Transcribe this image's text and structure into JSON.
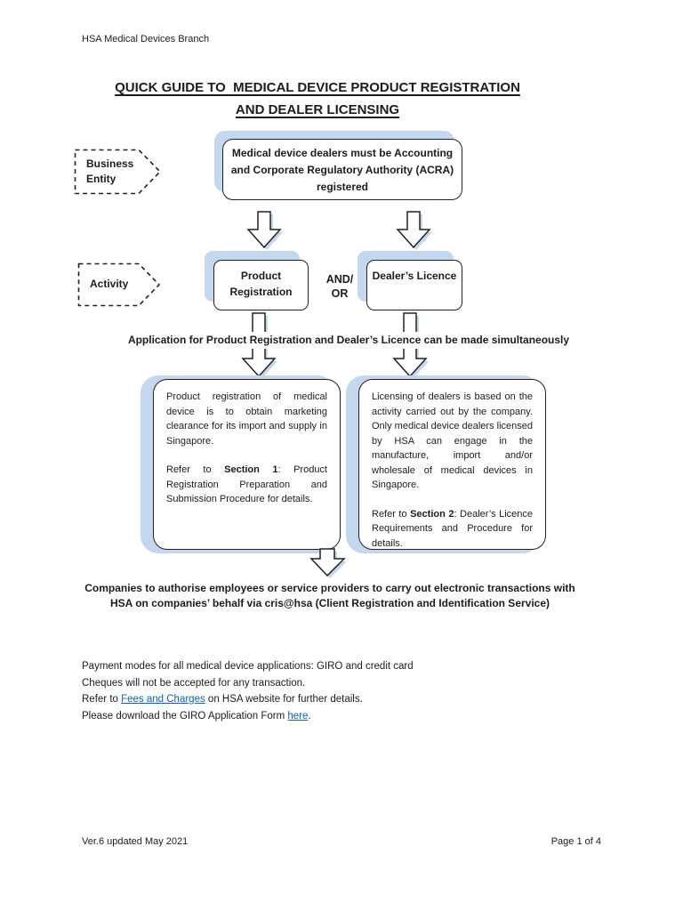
{
  "header": {
    "branch": "HSA Medical Devices Branch"
  },
  "title": {
    "line1": "QUICK GUIDE TO  MEDICAL DEVICE PRODUCT REGISTRATION",
    "line2": "AND DEALER LICENSING"
  },
  "flow": {
    "business_entity_label": "Business Entity",
    "activity_label": "Activity",
    "acra_box": "Medical device dealers must be Accounting and Corporate Regulatory Authority (ACRA) registered",
    "product_box": "Product Registration",
    "and_or": "AND/\nOR",
    "dealer_box": "Dealer’s Licence",
    "simultaneous_note": "Application for Product Registration and Dealer’s Licence can be made simultaneously",
    "product_detail": {
      "body": "Product registration of medical device is to obtain marketing clearance for its import and supply in Singapore.",
      "refer_pre": "Refer to ",
      "refer_bold": "Section 1",
      "refer_post": ": Product Registration Preparation and Submission Procedure for details."
    },
    "dealer_detail": {
      "body": "Licensing of dealers is based on the activity carried out by the company. Only medical device dealers licensed by HSA can engage in the manufacture, import and/or wholesale of medical devices in Singapore.",
      "refer_pre": "Refer to ",
      "refer_bold": "Section 2",
      "refer_post": ": Dealer’s Licence Requirements and Procedure for details."
    },
    "companies_note": "Companies to authorise employees or service providers to carry out electronic transactions with HSA on companies’ behalf via cris@hsa (Client Registration and Identification Service)"
  },
  "payment": {
    "line1": "Payment modes for all medical device applications: GIRO and credit card",
    "line2": "Cheques will not be accepted for any transaction.",
    "line3_pre": "Refer to ",
    "line3_link": "Fees and Charges",
    "line3_post": " on HSA website for further details.",
    "line4_pre": "Please download the GIRO Application Form ",
    "line4_link": "here",
    "line4_post": "."
  },
  "footer": {
    "version": "Ver.6 updated May 2021",
    "page": "Page 1 of 4"
  },
  "colors": {
    "shadow_blue": "#c3d7ee",
    "link_blue": "#0563c1"
  }
}
